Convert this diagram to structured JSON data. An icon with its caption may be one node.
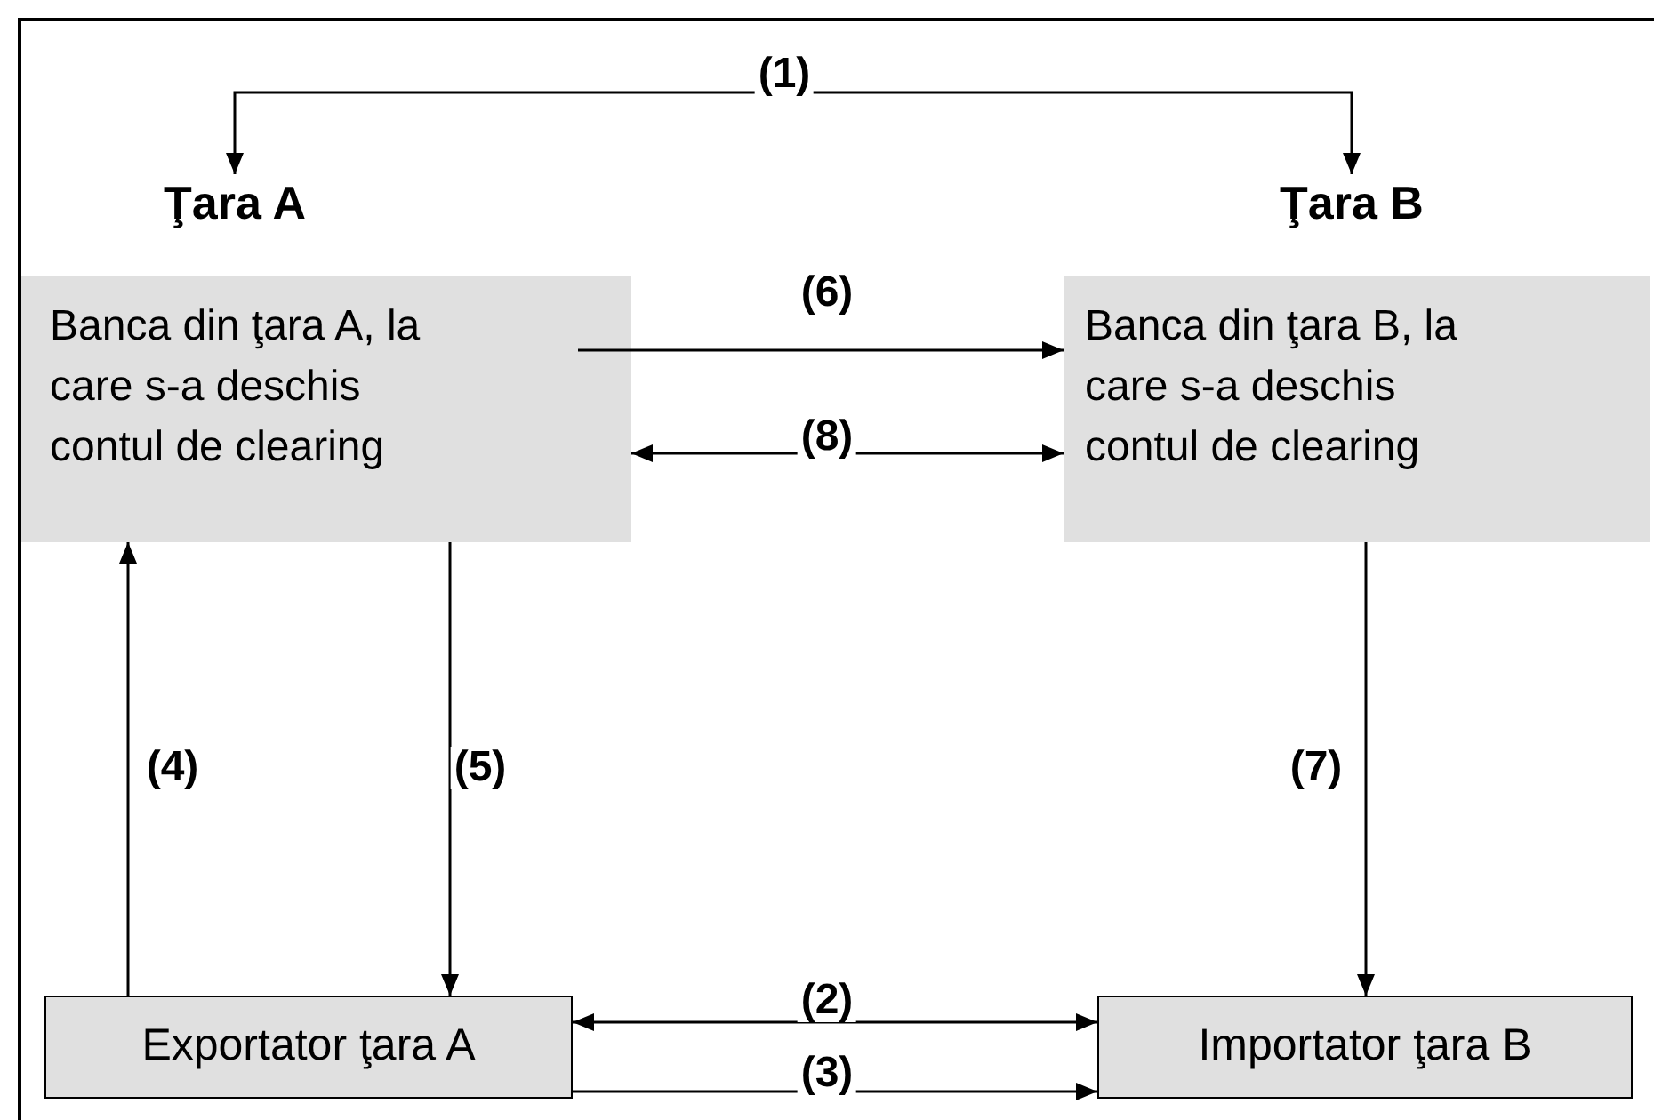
{
  "diagram": {
    "nodes": [
      {
        "text": [
          "Ţara A"
        ]
      },
      {
        "text": [
          "Ţara B"
        ]
      },
      {
        "text": [
          "Banca din ţara A, la care s-a deschis contul de clearing"
        ]
      },
      {
        "text": [
          "Banca din ţara B, la care s-a deschis contul de clearing"
        ]
      },
      {
        "text": [
          "Exportator ţara A"
        ]
      },
      {
        "text": [
          "Importator ţara B"
        ]
      }
    ],
    "edges": [
      {
        "from": 0,
        "to": 1,
        "arrow": "both",
        "label": "(1)"
      },
      {
        "from": 4,
        "to": 5,
        "arrow": "both",
        "label": "(2)"
      },
      {
        "from": 4,
        "to": 5,
        "arrow": "to",
        "label": "(3)"
      },
      {
        "from": 4,
        "to": 2,
        "arrow": "to",
        "label": "(4)"
      },
      {
        "from": 2,
        "to": 4,
        "arrow": "to",
        "label": "(5)"
      },
      {
        "from": 2,
        "to": 3,
        "arrow": "to",
        "label": "(6)"
      },
      {
        "from": 3,
        "to": 5,
        "arrow": "to",
        "label": "(7)"
      },
      {
        "from": 2,
        "to": 3,
        "arrow": "both",
        "label": "(8)"
      }
    ]
  }
}
